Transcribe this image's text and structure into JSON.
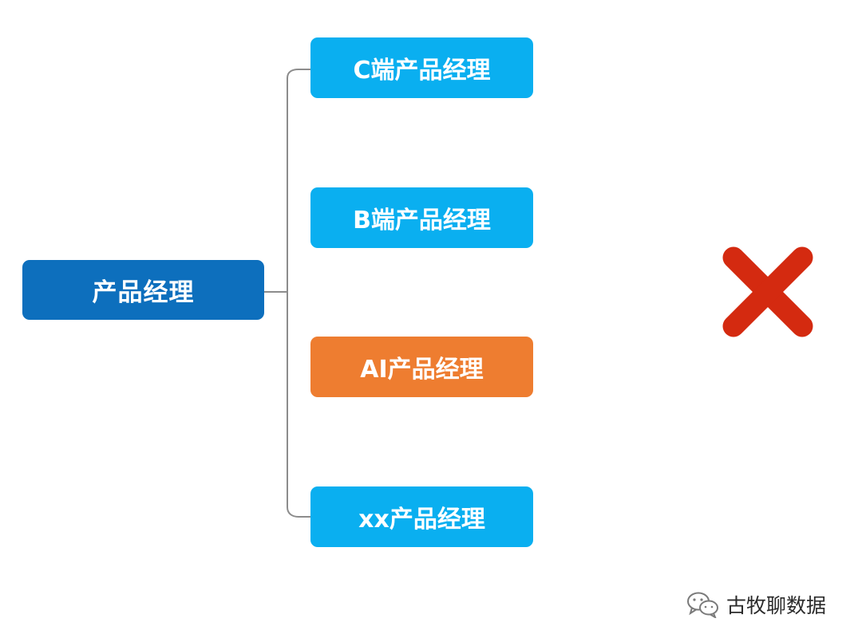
{
  "diagram": {
    "root": {
      "label": "产品经理",
      "color": "#0d6fbd"
    },
    "children": [
      {
        "label": "C端产品经理",
        "color": "#0aaff0"
      },
      {
        "label": "B端产品经理",
        "color": "#0aaff0"
      },
      {
        "label": "AI产品经理",
        "color": "#ee7d30"
      },
      {
        "label": "xx产品经理",
        "color": "#0aaff0"
      }
    ],
    "connector_color": "#8c8c8c",
    "cross": {
      "icon": "red-cross-icon",
      "color": "#d42a10"
    }
  },
  "watermark": {
    "icon": "wechat-icon",
    "text": "古牧聊数据"
  }
}
